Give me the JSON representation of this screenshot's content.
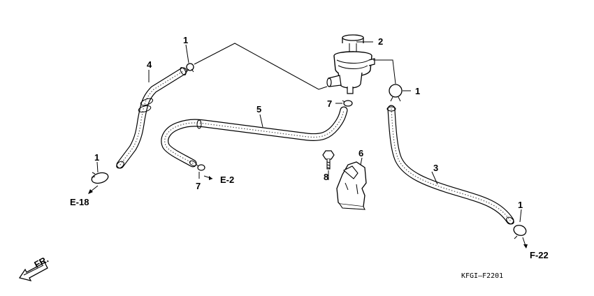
{
  "labels": {
    "p1_top": "1",
    "p4": "4",
    "p2": "2",
    "p1_right": "1",
    "p7_top": "7",
    "p5": "5",
    "p1_left": "1",
    "p6": "6",
    "p8": "8",
    "p7_bottom": "7",
    "p3": "3",
    "p1_bottom": "1"
  },
  "references": {
    "e18": "E-18",
    "e2": "E-2",
    "f22": "F-22"
  },
  "front_marker": "FR.",
  "drawing_code": "KFGI—F2201"
}
